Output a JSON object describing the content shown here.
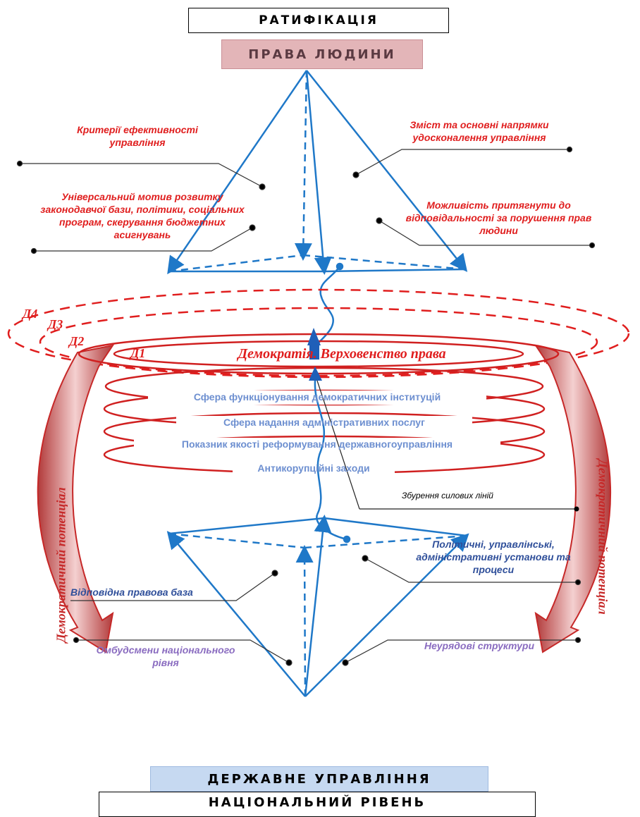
{
  "header": {
    "ratification": "РАТИФІКАЦІЯ",
    "human_rights": "ПРАВА ЛЮДИНИ"
  },
  "footer": {
    "state_governance": "ДЕРЖАВНЕ УПРАВЛІННЯ",
    "national_level": "НАЦІОНАЛЬНИЙ РІВЕНЬ"
  },
  "top_pyramid": {
    "criteria": "Критерії ефективності управління",
    "content": "Зміст та основні напрямки удосконалення управління",
    "motive": "Універсальний мотив розвитку законодавчої бази, політики, соціальних програм, скерування бюджетних асигнувань",
    "responsibility": "Можливість притягнути до відповідальності за порушення прав людини"
  },
  "democracy_rings": {
    "d_labels": [
      "Д4",
      "Д3",
      "Д2",
      "Д1"
    ],
    "title": "Демократія. Верховенство права",
    "bands": [
      "Сфера функціонування демократичних інституцій",
      "Сфера надання адміністративних послуг",
      "Показник якості реформування державногоуправління",
      "Антикорупційні заходи"
    ],
    "disturbance": "Збурення силових ліній"
  },
  "bottom_pyramid": {
    "institutions": "Політичні, управлінські, адміністративні установи та процеси",
    "legal_base": "Відповідна правова база",
    "ombudsmen": "Омбудсмени національного рівня",
    "ngo": "Неурядові структури"
  },
  "side_labels": {
    "left": "Демократичний потенціал",
    "right": "Демократичний потенціал"
  },
  "colors": {
    "red": "#e01e1e",
    "dark_red": "#c62828",
    "blue": "#1f78c8",
    "band_text": "#6d8fd0",
    "pink_box": "#e3b5b8",
    "light_blue_box": "#c6d9f1"
  }
}
